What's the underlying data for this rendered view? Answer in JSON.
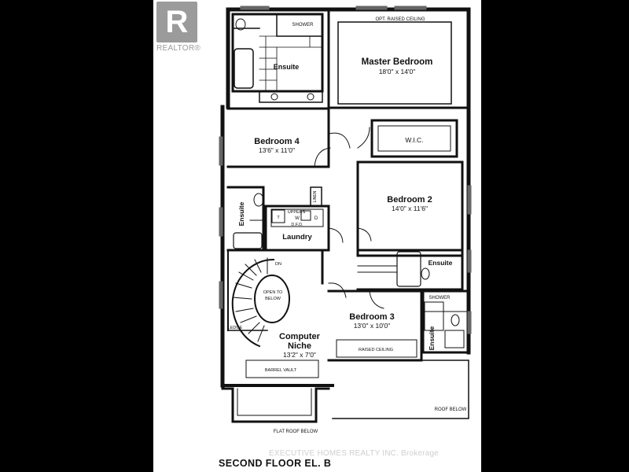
{
  "brand": {
    "logo_letter": "R",
    "logo_word": "REALTOR®"
  },
  "plan": {
    "caption": "SECOND FLOOR EL. B",
    "watermark": "EXECUTIVE HOMES REALTY INC. Brokerage",
    "rooms": {
      "master": {
        "name": "Master Bedroom",
        "size": "18'0\" x 14'0\""
      },
      "bedroom4": {
        "name": "Bedroom 4",
        "size": "13'6\" x 11'0\""
      },
      "bedroom2": {
        "name": "Bedroom 2",
        "size": "14'0\" x 11'6\""
      },
      "bedroom3": {
        "name": "Bedroom 3",
        "size": "13'0\" x 10'0\""
      },
      "computer_line1": "Computer",
      "computer_line2": "Niche",
      "computer_size": "13'2\" x 7'0\""
    },
    "labels": {
      "opt_raised_ceiling": "OPT. RAISED CEILING",
      "shower_top": "SHOWER",
      "ensuite_top": "Ensuite",
      "wic": "W.I.C.",
      "ensuite_left": "Ensuite",
      "laundry": "Laundry",
      "uppers": "UPPERS",
      "t": "T",
      "w": "W",
      "d": "D",
      "dfd": "D.F.D.",
      "linen": "LINEN",
      "ensuite_b2": "Ensuite",
      "dn": "DN",
      "open_to": "OPEN TO",
      "below": "BELOW",
      "ledge": "LEDGE",
      "shower_b3": "SHOWER",
      "ensuite_b3": "Ensuite",
      "raised_ceiling": "RAISED CEILING",
      "barrel_vault": "BARREL VAULT",
      "roof_below": "ROOF BELOW",
      "flat_roof_below": "FLAT ROOF BELOW"
    }
  }
}
